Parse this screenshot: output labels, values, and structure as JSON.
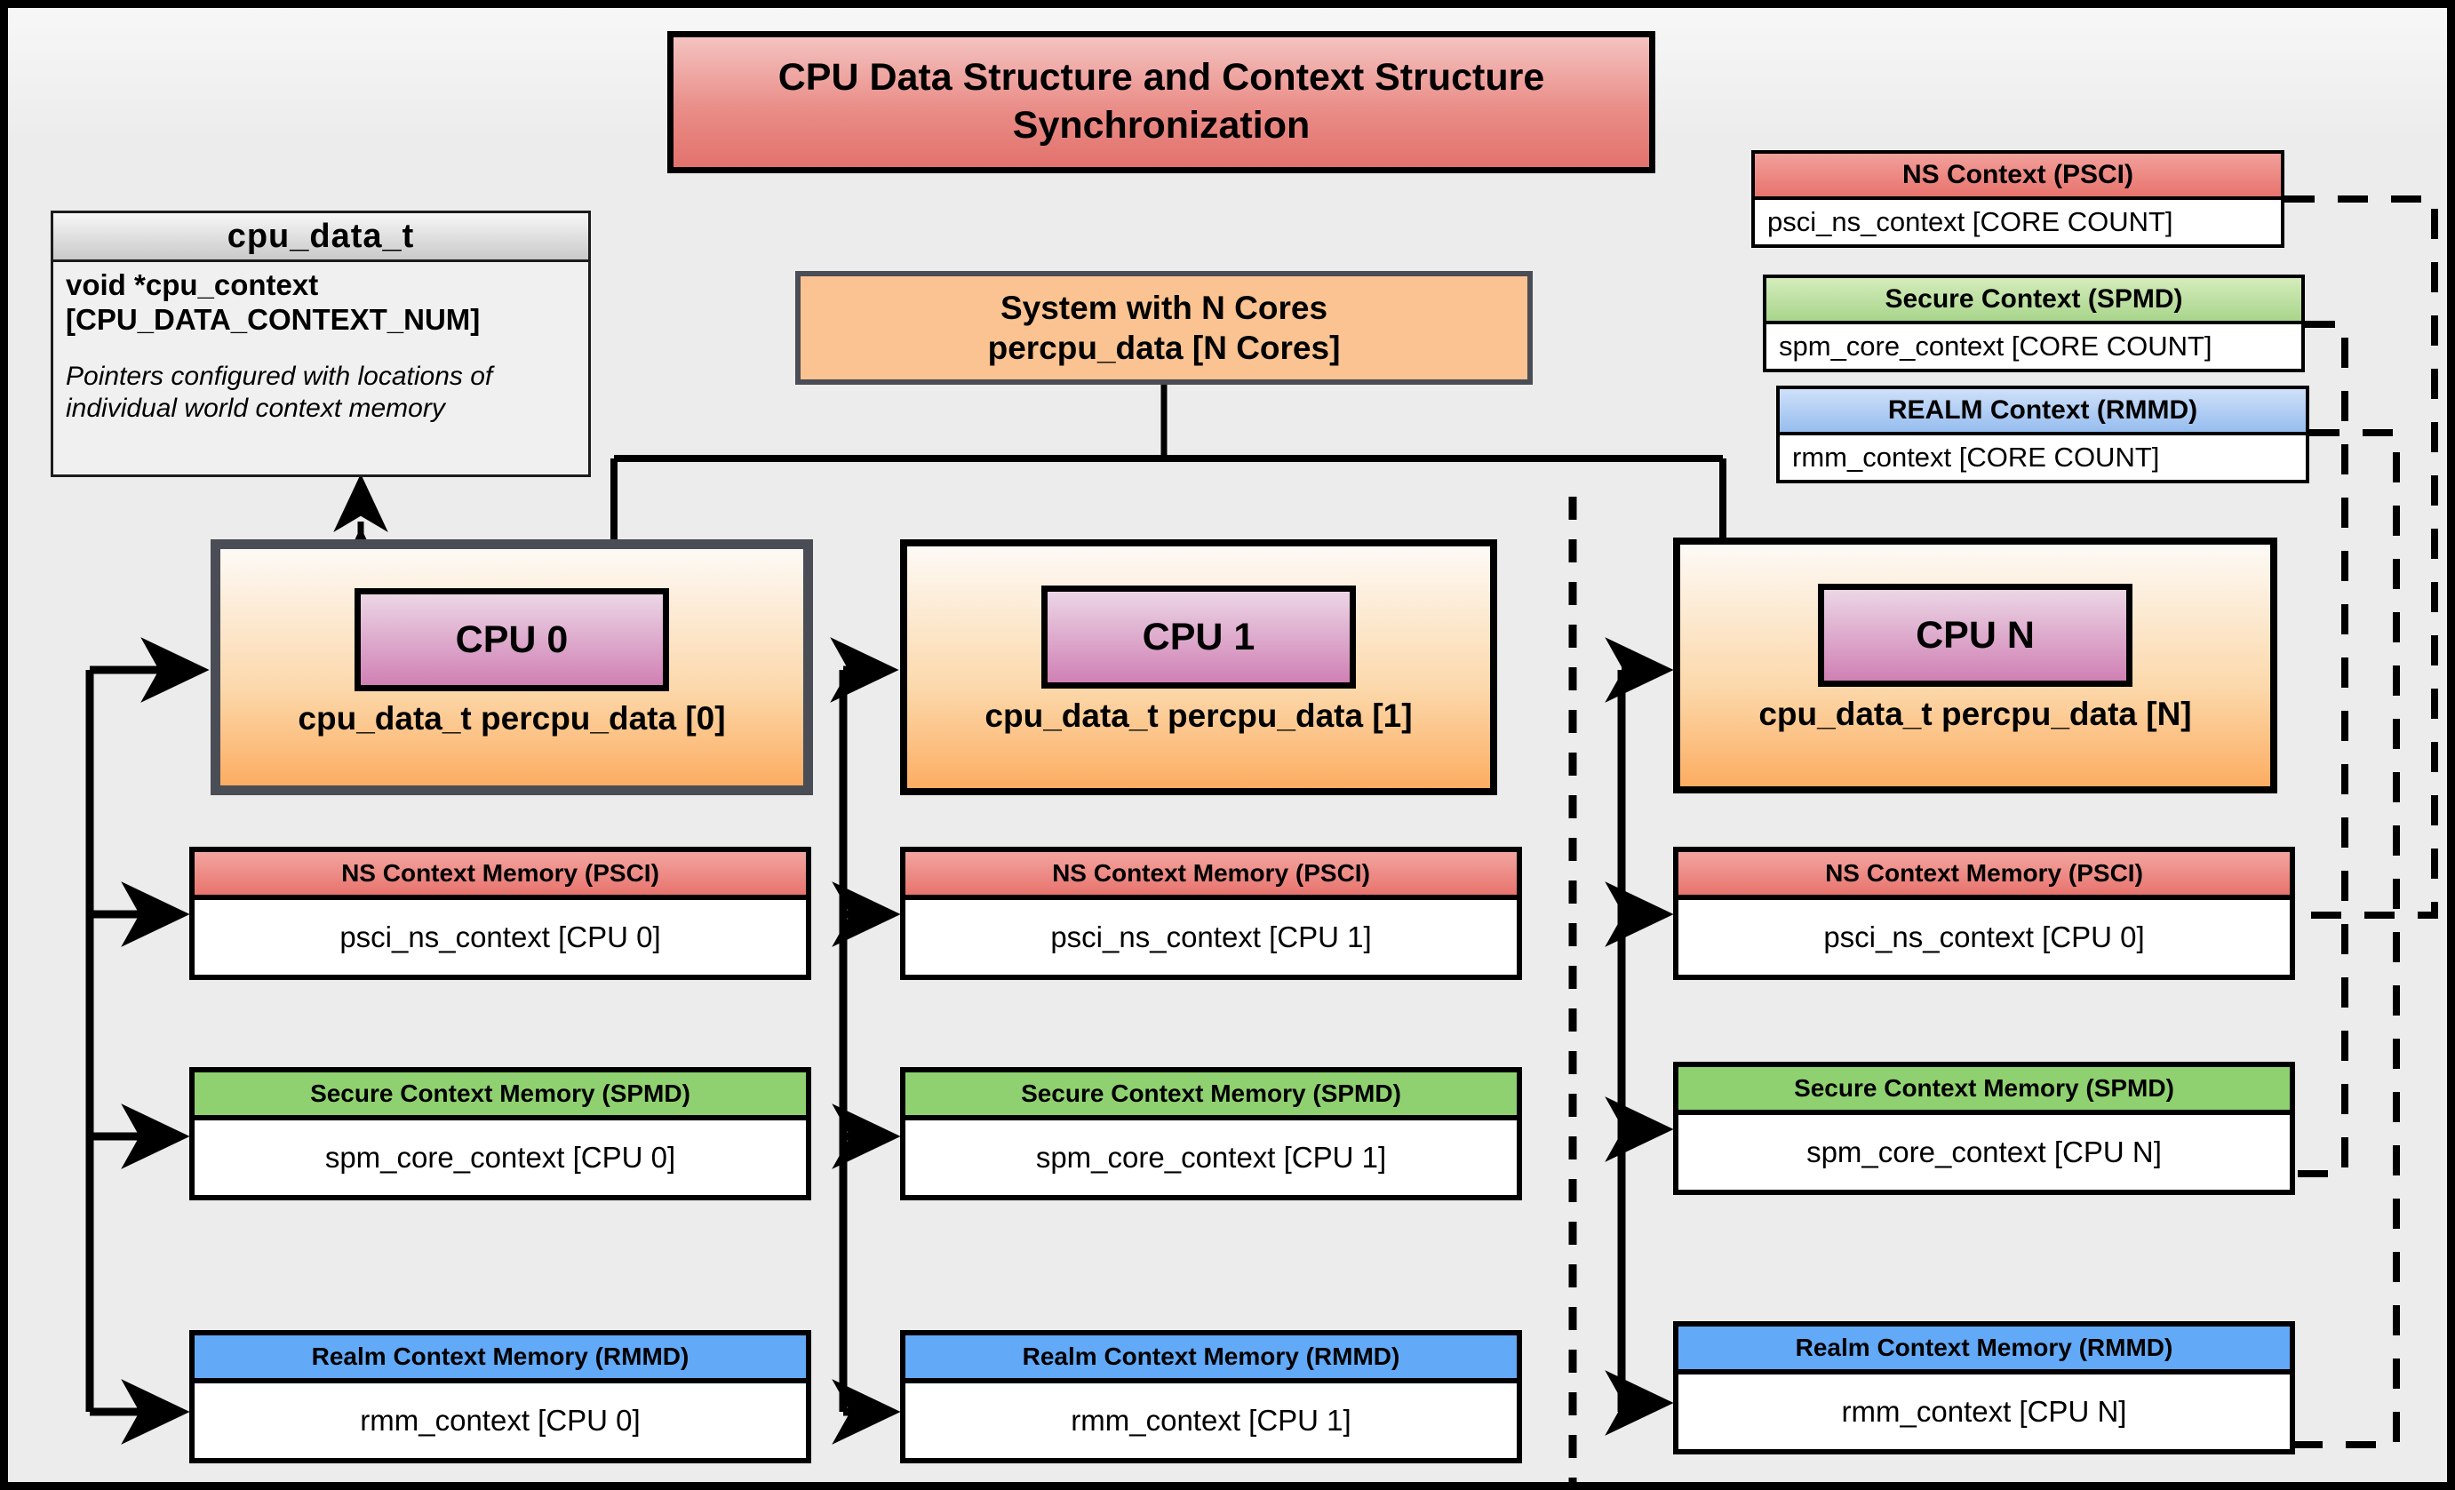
{
  "title": "CPU Data Structure and Context Structure Synchronization",
  "cpu_data_t": {
    "header": "cpu_data_t",
    "field": "void  *cpu_context [CPU_DATA_CONTEXT_NUM]",
    "note": "Pointers configured with locations of individual world context memory"
  },
  "system": {
    "line1": "System with N Cores",
    "line2": "percpu_data [N Cores]"
  },
  "legend": [
    {
      "header": "NS Context  (PSCI)",
      "body": "psci_ns_context [CORE COUNT]"
    },
    {
      "header": "Secure Context (SPMD)",
      "body": "spm_core_context [CORE COUNT]"
    },
    {
      "header": "REALM Context (RMMD)",
      "body": "rmm_context [CORE COUNT]"
    }
  ],
  "columns": [
    {
      "chip": "CPU 0",
      "label": "cpu_data_t percpu_data [0]",
      "contexts": [
        {
          "header": "NS Context Memory (PSCI)",
          "body": "psci_ns_context [CPU 0]"
        },
        {
          "header": "Secure Context Memory (SPMD)",
          "body": "spm_core_context [CPU 0]"
        },
        {
          "header": "Realm Context Memory (RMMD)",
          "body": "rmm_context [CPU 0]"
        }
      ]
    },
    {
      "chip": "CPU 1",
      "label": "cpu_data_t percpu_data [1]",
      "contexts": [
        {
          "header": "NS Context Memory (PSCI)",
          "body": "psci_ns_context [CPU 1]"
        },
        {
          "header": "Secure Context Memory (SPMD)",
          "body": "spm_core_context [CPU 1]"
        },
        {
          "header": "Realm Context Memory (RMMD)",
          "body": "rmm_context [CPU 1]"
        }
      ]
    },
    {
      "chip": "CPU N",
      "label": "cpu_data_t percpu_data [N]",
      "contexts": [
        {
          "header": "NS Context Memory (PSCI)",
          "body": "psci_ns_context [CPU 0]"
        },
        {
          "header": "Secure Context Memory (SPMD)",
          "body": "spm_core_context [CPU N]"
        },
        {
          "header": "Realm Context Memory (RMMD)",
          "body": "rmm_context [CPU N]"
        }
      ]
    }
  ],
  "colors": {
    "ns": "#e8736d",
    "secure": "#8fd170",
    "realm": "#62a9f7",
    "cpu_fill": "#fcad62",
    "chip_fill": "#d080b4",
    "title_fill": "#e2726c",
    "background": "#ececec"
  }
}
